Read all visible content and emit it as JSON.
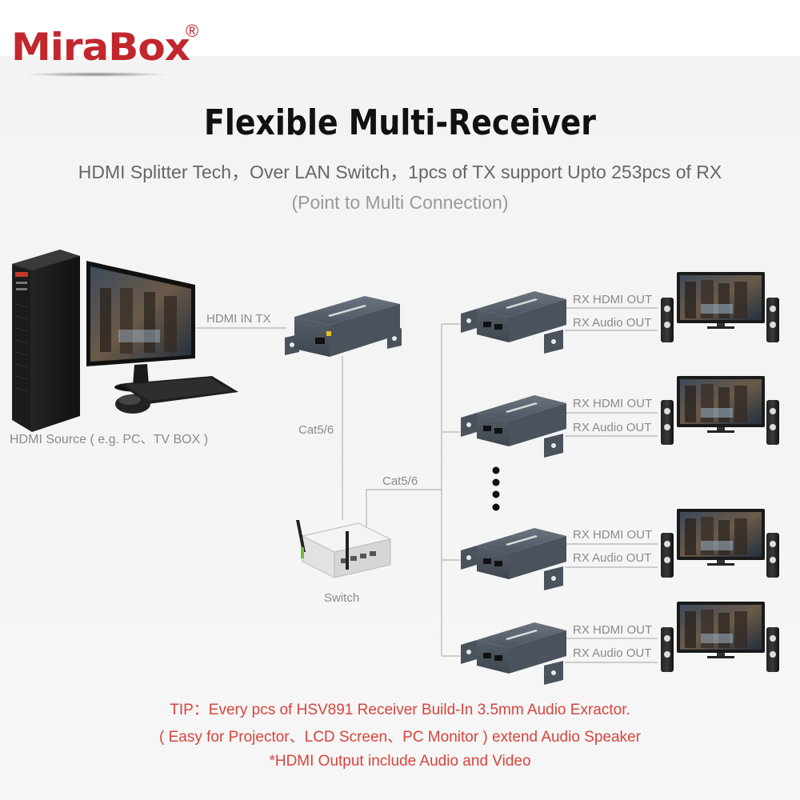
{
  "brand": {
    "name": "MiraBox",
    "registered": "®"
  },
  "header": {
    "title": "Flexible Multi-Receiver",
    "subtitle": "HDMI Splitter Tech，Over LAN Switch，1pcs of TX support Upto 253pcs of RX",
    "subtitle2": "(Point to Multi Connection)"
  },
  "diagram": {
    "source_label": "HDMI Source ( e.g. PC、TV BOX )",
    "tx_label": "HDMI IN TX",
    "cable_label_1": "Cat5/6",
    "cable_label_2": "Cat5/6",
    "switch_label": "Switch",
    "receivers": [
      {
        "hdmi_out": "RX HDMI OUT",
        "audio_out": "RX Audio OUT"
      },
      {
        "hdmi_out": "RX HDMI OUT",
        "audio_out": "RX Audio OUT"
      },
      {
        "hdmi_out": "RX HDMI OUT",
        "audio_out": "RX Audio OUT"
      },
      {
        "hdmi_out": "RX HDMI OUT",
        "audio_out": "RX Audio OUT"
      }
    ]
  },
  "tips": {
    "line1": "TIP：Every pcs of HSV891 Receiver Build-In 3.5mm Audio Exractor.",
    "line2": "( Easy for Projector、LCD Screen、PC Monitor ) extend Audio Speaker",
    "line3": "*HDMI Output include Audio and Video"
  },
  "colors": {
    "brand_red": "#c2272d",
    "tip_red": "#d8443c",
    "device_gray": "#5b6470",
    "line_gray": "#b0b0b0"
  }
}
